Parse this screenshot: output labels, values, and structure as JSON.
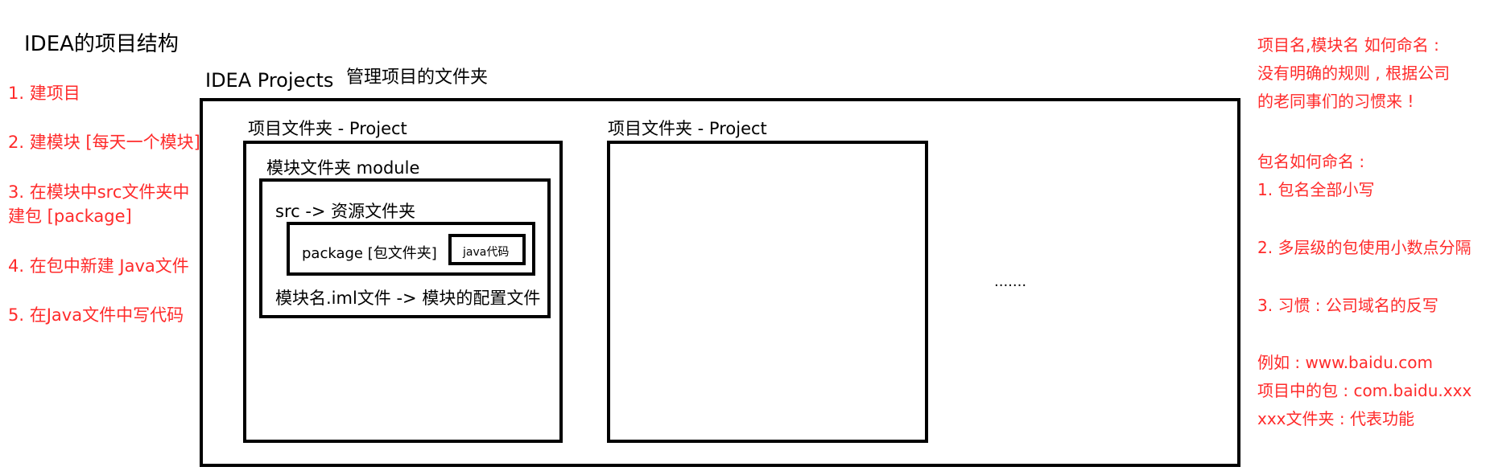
{
  "title": "IDEA的项目结构",
  "steps": [
    "1.  建项目",
    "2. 建模块 [每天一个模块]",
    "3. 在模块中src文件夹中",
    "建包 [package]",
    "4. 在包中新建 Java文件",
    "5. 在Java文件中写代码"
  ],
  "workspace": {
    "label": "IDEA Projects",
    "caption": "管理项目的文件夹",
    "ellipsis": "......."
  },
  "project1": {
    "label": "项目文件夹 - Project",
    "module": {
      "label": "模块文件夹  module",
      "src_label": "src -> 资源文件夹",
      "package_label": "package [包文件夹]",
      "java_label": "java代码",
      "iml_label": "模块名.iml文件 -> 模块的配置文件"
    }
  },
  "project2": {
    "label": "项目文件夹 - Project"
  },
  "notes": [
    "项目名,模块名 如何命名 :",
    "没有明确的规则 , 根据公司",
    "的老同事们的习惯来 !",
    "包名如何命名 :",
    "1. 包名全部小写",
    "2. 多层级的包使用小数点分隔",
    "3. 习惯 : 公司域名的反写",
    "例如 : www.baidu.com",
    "项目中的包 : com.baidu.xxx",
    "xxx文件夹 : 代表功能"
  ],
  "colors": {
    "annotation": "#ff2a2a",
    "border": "#000000",
    "text": "#000000"
  }
}
